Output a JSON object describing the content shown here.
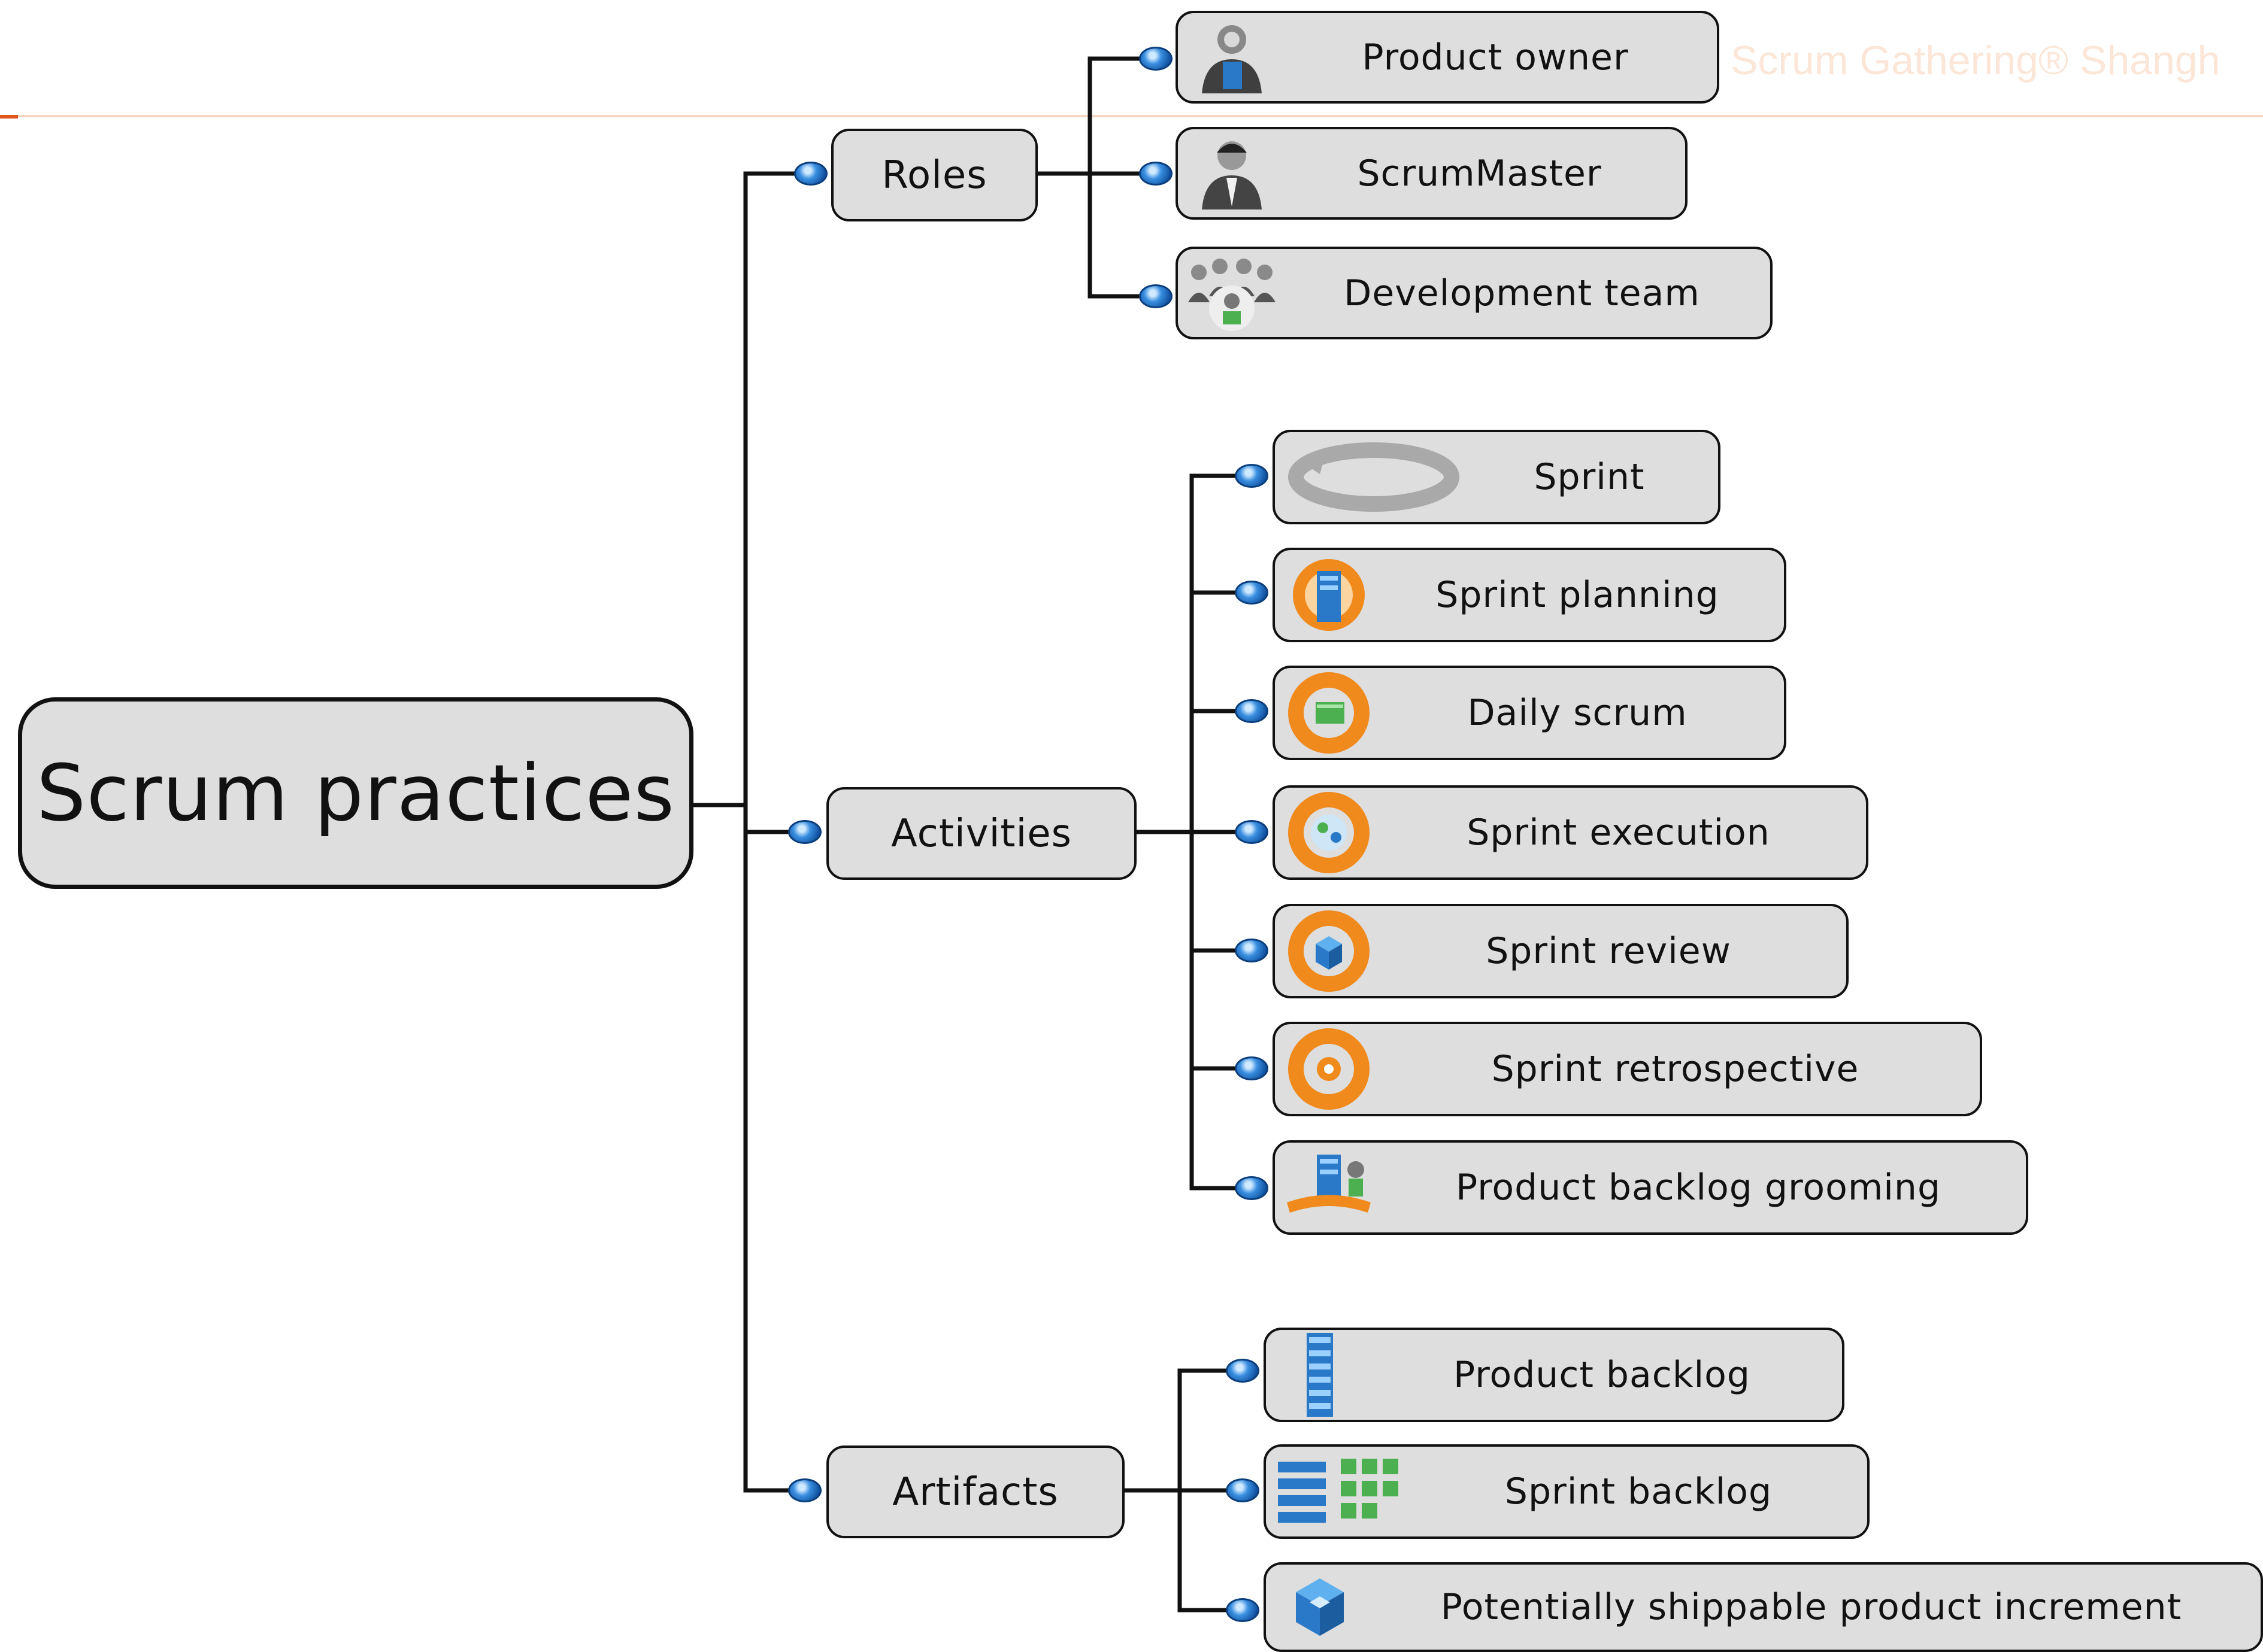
{
  "watermark": "Scrum Gathering® Shangh",
  "root": {
    "label": "Scrum practices"
  },
  "categories": [
    {
      "label": "Roles",
      "children": [
        {
          "label": "Product owner",
          "icon": "product-owner-icon"
        },
        {
          "label": "ScrumMaster",
          "icon": "scrummaster-icon"
        },
        {
          "label": "Development team",
          "icon": "development-team-icon"
        }
      ]
    },
    {
      "label": "Activities",
      "children": [
        {
          "label": "Sprint",
          "icon": "sprint-cycle-icon"
        },
        {
          "label": "Sprint planning",
          "icon": "sprint-planning-icon"
        },
        {
          "label": "Daily scrum",
          "icon": "daily-scrum-icon"
        },
        {
          "label": "Sprint execution",
          "icon": "sprint-execution-icon"
        },
        {
          "label": "Sprint review",
          "icon": "sprint-review-icon"
        },
        {
          "label": "Sprint retrospective",
          "icon": "sprint-retrospective-icon"
        },
        {
          "label": "Product backlog grooming",
          "icon": "backlog-grooming-icon"
        }
      ]
    },
    {
      "label": "Artifacts",
      "children": [
        {
          "label": "Product backlog",
          "icon": "product-backlog-icon"
        },
        {
          "label": "Sprint backlog",
          "icon": "sprint-backlog-icon"
        },
        {
          "label": "Potentially shippable product increment",
          "icon": "product-increment-icon"
        }
      ]
    }
  ],
  "colors": {
    "node_fill": "#dedede",
    "outline": "#111111",
    "connector_dot": "#2f7fd0",
    "icon_orange": "#f08a1c",
    "icon_blue": "#2a78c8"
  }
}
